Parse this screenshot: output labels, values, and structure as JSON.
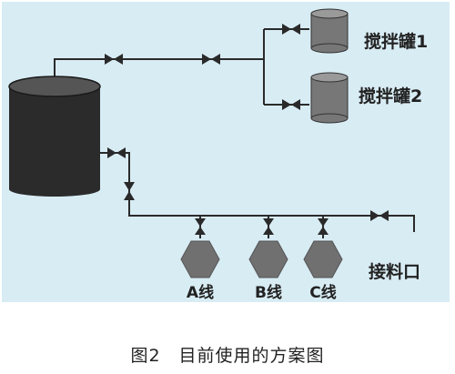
{
  "diagram": {
    "mixer_label_1": "搅拌罐1",
    "mixer_label_2": "搅拌罐2",
    "line_a": "A线",
    "line_b": "B线",
    "line_c": "C线",
    "outlet": "接料口"
  },
  "caption": "图2　目前使用的方案图",
  "colors": {
    "panel": "#d8ecf4",
    "pipe": "#2a2a2a",
    "main_tank": "#2b2b2b",
    "mixer_tank": "#777777",
    "hexagon": "#707070"
  }
}
